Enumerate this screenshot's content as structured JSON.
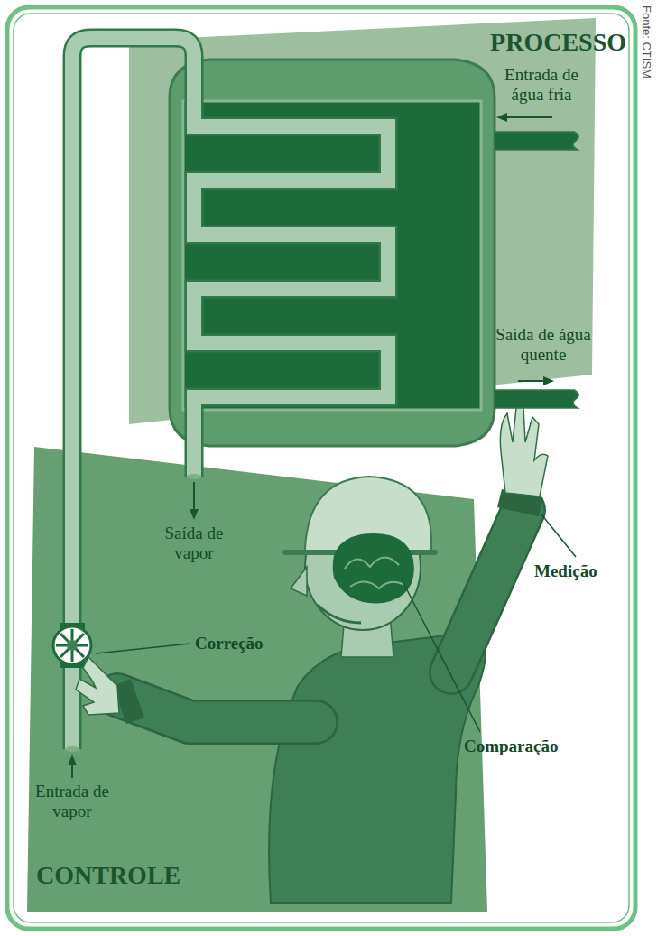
{
  "diagram": {
    "nodes": [
      {
        "text": [
          "PROCESSO"
        ]
      },
      {
        "text": [
          "CONTROLE"
        ]
      }
    ],
    "labels": [
      "Fonte: CTISM",
      "Entrada de água fria",
      "Saída de água quente",
      "Saída de vapor",
      "Medição",
      "Correção",
      "Comparação",
      "Entrada de vapor"
    ]
  }
}
